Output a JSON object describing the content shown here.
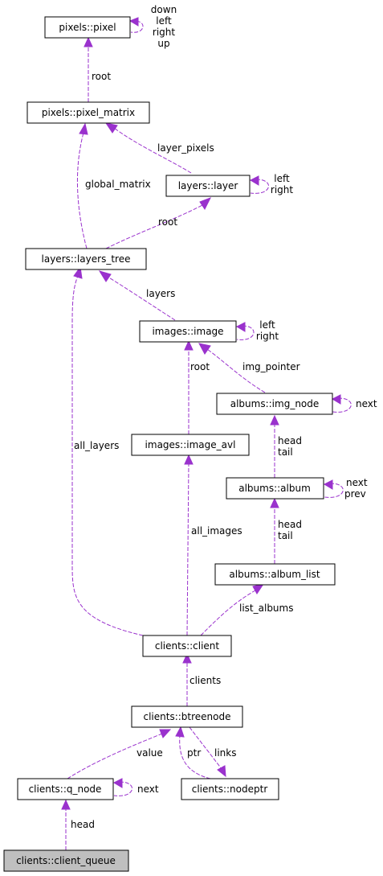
{
  "diagram": {
    "nodes": {
      "pixel": "pixels::pixel",
      "pixel_matrix": "pixels::pixel_matrix",
      "layer": "layers::layer",
      "layers_tree": "layers::layers_tree",
      "image": "images::image",
      "img_node": "albums::img_node",
      "image_avl": "images::image_avl",
      "album": "albums::album",
      "album_list": "albums::album_list",
      "client": "clients::client",
      "btreenode": "clients::btreenode",
      "q_node": "clients::q_node",
      "nodeptr": "clients::nodeptr",
      "client_queue": "clients::client_queue"
    },
    "edge_labels": {
      "pixel_self": [
        "down",
        "left",
        "right",
        "up"
      ],
      "pixel_root": "root",
      "layer_pixels": "layer_pixels",
      "global_matrix": "global_matrix",
      "layer_self": [
        "left",
        "right"
      ],
      "layer_root": "root",
      "layers": "layers",
      "image_self": [
        "left",
        "right"
      ],
      "image_root": "root",
      "img_pointer": "img_pointer",
      "img_node_self": [
        "next"
      ],
      "all_layers": "all_layers",
      "album_head": [
        "head",
        "tail"
      ],
      "album_self": [
        "next",
        "prev"
      ],
      "all_images": "all_images",
      "album_list_head": [
        "head",
        "tail"
      ],
      "list_albums": "list_albums",
      "clients": "clients",
      "value": "value",
      "ptr": "ptr",
      "links": "links",
      "q_node_self": "next",
      "head": "head"
    },
    "colors": {
      "edge": "#9a32cd",
      "node_border": "#000000",
      "highlight_fill": "#bfbfbf"
    }
  }
}
